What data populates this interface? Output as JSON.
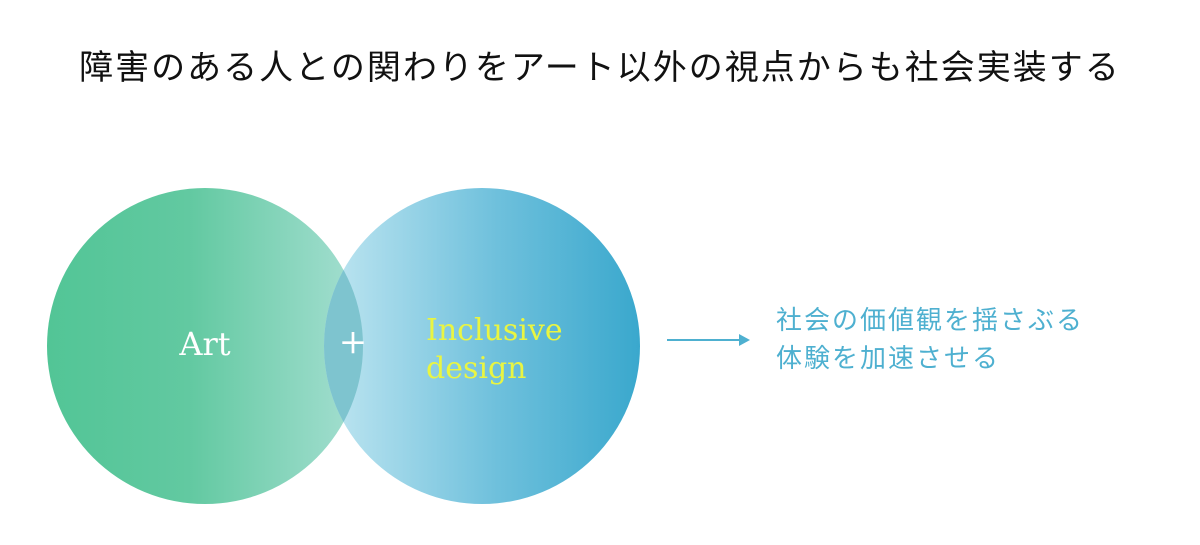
{
  "title": "障害のある人との関わりをアート以外の視点からも社会実装する",
  "diagram": {
    "left_circle_label": "Art",
    "operator": "+",
    "right_circle_label_line1": "Inclusive",
    "right_circle_label_line2": "design",
    "result_line1": "社会の価値観を揺さぶる",
    "result_line2": "体験を加速させる"
  },
  "colors": {
    "left_circle_start": "#52c596",
    "left_circle_end": "#a0dccc",
    "right_circle_start": "#b3e0ee",
    "right_circle_end": "#3aa8cd",
    "overlap": "#7ec4cf",
    "arrow": "#4eb0d0",
    "inclusive_text": "#e9f542",
    "result_text": "#4eb0d0"
  }
}
